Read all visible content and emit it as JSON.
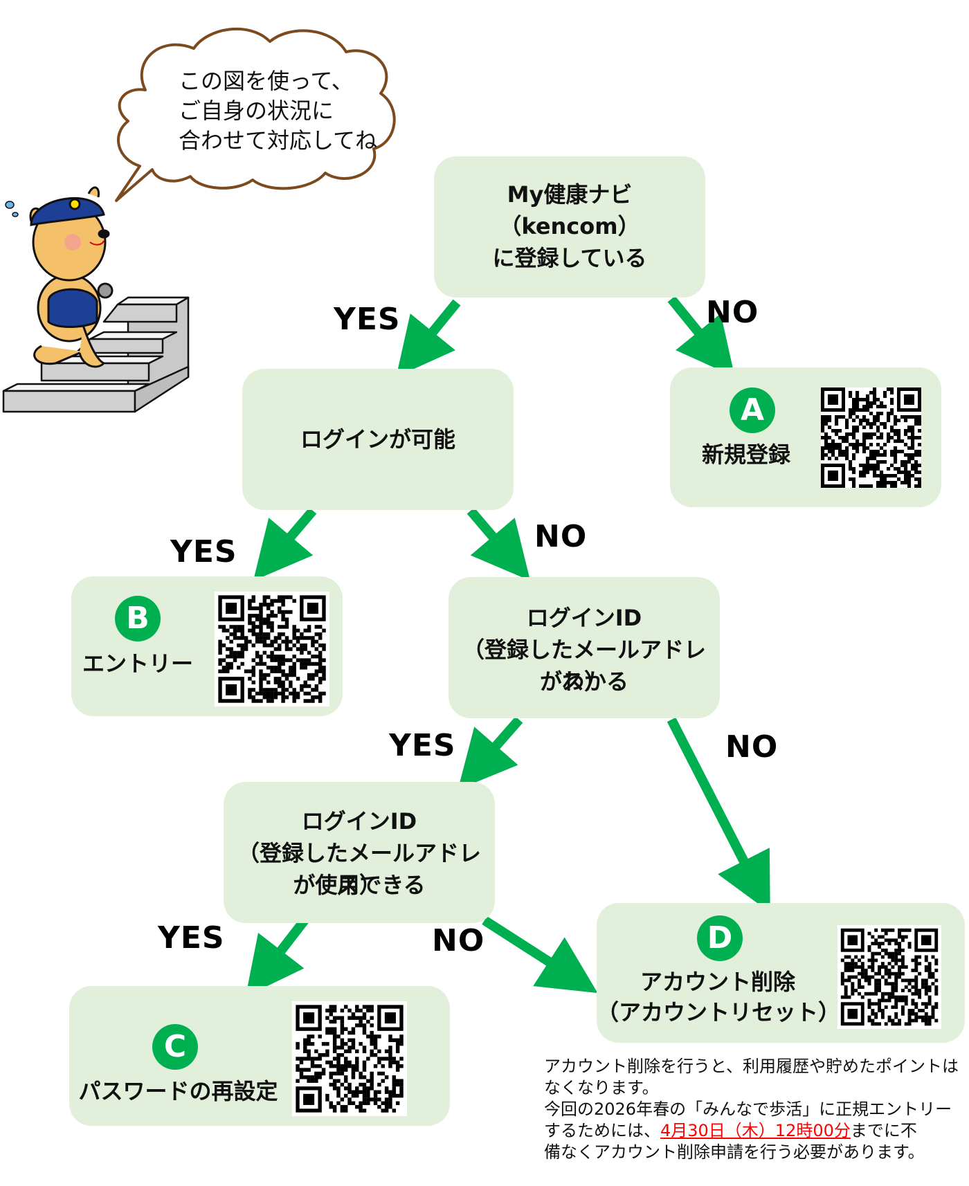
{
  "speech_bubble": {
    "lines": [
      "この図を使って、",
      "ご自身の状況に",
      "合わせて対応してね"
    ]
  },
  "mascot": {
    "name": "kangaroo-mascot-on-stairs"
  },
  "colors": {
    "box_bg": "#E2EFDA",
    "arrow_green": "#00B050",
    "badge_green": "#00B050",
    "bubble_outline": "#7B4A1E",
    "deadline_red": "#FF0000"
  },
  "questions": {
    "q1": {
      "lines": [
        "My健康ナビ",
        "（kencom）",
        "に登録している"
      ]
    },
    "q2": {
      "lines": [
        "ログインが可能"
      ]
    },
    "q3": {
      "lines": [
        "ログインID",
        "（登録したメールアドレス）",
        "がわかる"
      ]
    },
    "q4": {
      "lines": [
        "ログインID",
        "（登録したメールアドレス）",
        "が使用できる"
      ]
    }
  },
  "branch_labels": {
    "q1_yes": "YES",
    "q1_no": "NO",
    "q2_yes": "YES",
    "q2_no": "NO",
    "q3_yes": "YES",
    "q3_no": "NO",
    "q4_yes": "YES",
    "q4_no": "NO"
  },
  "results": {
    "A": {
      "badge": "A",
      "lines": [
        "新規登録"
      ],
      "qr": "qr-code"
    },
    "B": {
      "badge": "B",
      "lines": [
        "エントリー"
      ],
      "qr": "qr-code"
    },
    "C": {
      "badge": "C",
      "lines": [
        "パスワードの再設定"
      ],
      "qr": "qr-code"
    },
    "D": {
      "badge": "D",
      "lines": [
        "アカウント削除",
        "（アカウントリセット）"
      ],
      "qr": "qr-code"
    }
  },
  "note": {
    "line1": "アカウント削除を行うと、利用履歴や貯めたポイントは",
    "line2": "なくなります。",
    "line3": "今回の2026年春の「みんなで歩活」に正規エントリー",
    "line4_pre": "するためには、",
    "line4_deadline": "4月30日（木）12時00分",
    "line4_post": "までに不",
    "line5": "備なくアカウント削除申請を行う必要があります。"
  }
}
